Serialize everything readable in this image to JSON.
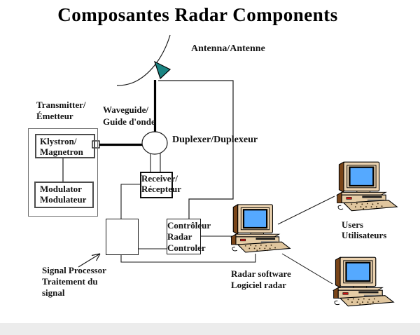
{
  "title": "Composantes Radar Components",
  "labels": {
    "antenna": "Antenna/Antenne",
    "transmitter": [
      "Transmitter/",
      "Émetteur"
    ],
    "waveguide": [
      "Waveguide/",
      "Guide d'onde"
    ],
    "klystron": [
      "Klystron/",
      "Magnetron"
    ],
    "modulator": [
      "Modulator",
      "Modulateur"
    ],
    "duplexer": "Duplexer/Duplexeur",
    "receiver": [
      "Receiver/",
      "Récepteur"
    ],
    "controller": [
      "Contrôleur",
      "Radar",
      "Controler"
    ],
    "signal_processor": [
      "Signal Processor",
      "Traitement du",
      "signal"
    ],
    "users": [
      "Users",
      "Utilisateurs"
    ],
    "radar_software": [
      "Radar software",
      "Logiciel radar"
    ]
  },
  "colors": {
    "antenna_feed_teal": "#1B8583",
    "screen_blue": "#55A9FF",
    "monitor_beige": "#EBD2AF",
    "unit_beige": "#E6CDA6",
    "dark_brown": "#7A4519",
    "keyboard_tan": "#E0C69E",
    "led_red": "#CC1111",
    "line_black": "#1a1a1a"
  }
}
